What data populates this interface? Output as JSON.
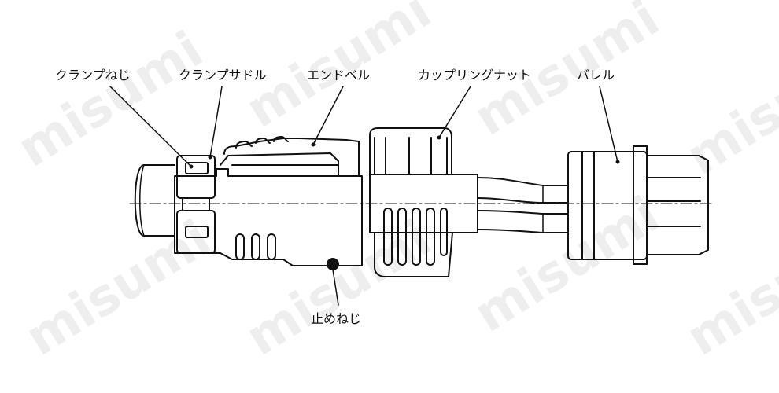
{
  "labels": {
    "clamp_screw": "クランプねじ",
    "clamp_saddle": "クランプサドル",
    "end_bell": "エンドベル",
    "coupling_nut": "カップリングナット",
    "barrel": "バレル",
    "set_screw": "止めねじ"
  },
  "watermark": "misumi",
  "colors": {
    "line": "#111111",
    "text": "#111111"
  }
}
